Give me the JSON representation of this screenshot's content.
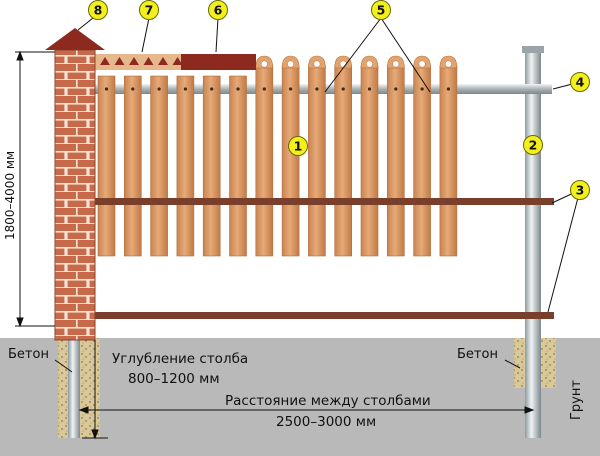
{
  "callouts": [
    "1",
    "2",
    "3",
    "4",
    "5",
    "6",
    "7",
    "8"
  ],
  "labels": {
    "height": "1800–4000 мм",
    "beton_left": "Бетон",
    "beton_right": "Бетон",
    "depth_title": "Углубление столба",
    "depth_value": "800–1200 мм",
    "spacing_title": "Расстояние между столбами",
    "spacing_value": "2500–3000 мм",
    "ground": "Грунт"
  },
  "colors": {
    "picket": "#d99866",
    "picket_dark": "#b36f3d",
    "brick": "#c86a4a",
    "mortar": "#f3e2d6",
    "rail": "#7a3f2a",
    "pipe": "#c9d3d6",
    "ground": "#b9b9b9",
    "concrete": "#d9c89a",
    "callout": "#f2ef1c"
  }
}
